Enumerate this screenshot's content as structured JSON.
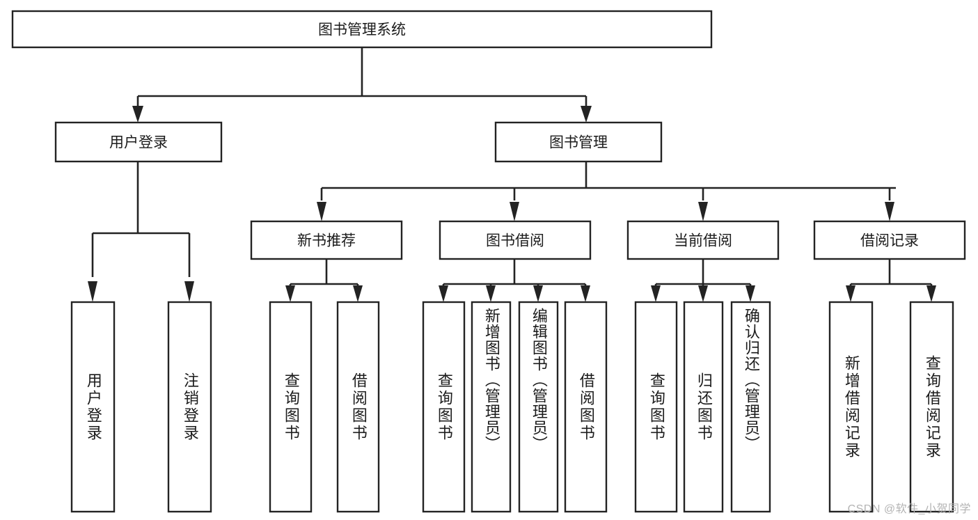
{
  "diagram": {
    "type": "tree",
    "title": "图书管理系统",
    "watermark": "CSDN @软件_小贺同学",
    "colors": {
      "stroke": "#232323",
      "fill": "#ffffff",
      "text": "#1b1b1b",
      "watermark": "#b4b4b4"
    },
    "levels": {
      "root": {
        "label": "图书管理系统"
      },
      "level2": [
        {
          "label": "用户登录"
        },
        {
          "label": "图书管理"
        }
      ],
      "level3": [
        {
          "label": "新书推荐"
        },
        {
          "label": "图书借阅"
        },
        {
          "label": "当前借阅"
        },
        {
          "label": "借阅记录"
        }
      ],
      "leaves": [
        {
          "label": "用户登录",
          "parent": "用户登录"
        },
        {
          "label": "注销登录",
          "parent": "用户登录"
        },
        {
          "label": "查询图书",
          "parent": "新书推荐"
        },
        {
          "label": "借阅图书",
          "parent": "新书推荐"
        },
        {
          "label": "查询图书",
          "parent": "图书借阅"
        },
        {
          "label": "新增图书（管理员）",
          "parent": "图书借阅"
        },
        {
          "label": "编辑图书（管理员）",
          "parent": "图书借阅"
        },
        {
          "label": "借阅图书",
          "parent": "图书借阅"
        },
        {
          "label": "查询图书",
          "parent": "当前借阅"
        },
        {
          "label": "归还图书",
          "parent": "当前借阅"
        },
        {
          "label": "确认归还（管理员）",
          "parent": "当前借阅"
        },
        {
          "label": "新增借阅记录",
          "parent": "借阅记录"
        },
        {
          "label": "查询借阅记录",
          "parent": "借阅记录"
        }
      ]
    }
  }
}
